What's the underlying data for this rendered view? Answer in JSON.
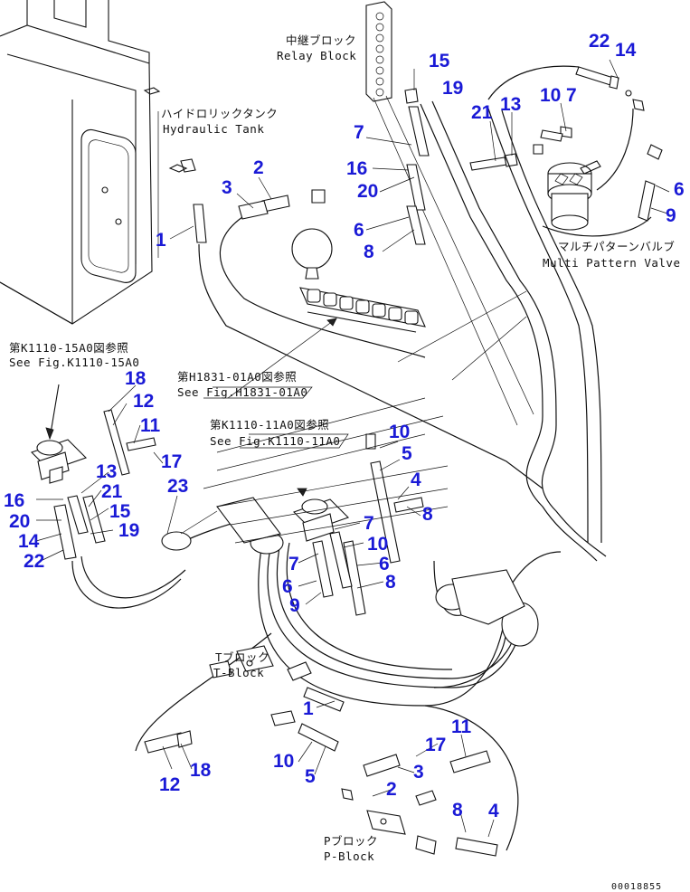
{
  "labels": {
    "relay_block_jp": "中継ブロック",
    "relay_block_en": "Relay Block",
    "hydraulic_tank_jp": "ハイドロリックタンク",
    "hydraulic_tank_en": "Hydraulic Tank",
    "multi_pattern_jp": "マルチパターンバルブ",
    "multi_pattern_en": "Multi Pattern Valve",
    "ref_k1110_15_jp": "第K1110-15A0図参照",
    "ref_k1110_15_en": "See Fig.K1110-15A0",
    "ref_h1831_jp": "第H1831-01A0図参照",
    "ref_h1831_en": "See Fig.H1831-01A0",
    "ref_k1110_11_jp": "第K1110-11A0図参照",
    "ref_k1110_11_en": "See Fig.K1110-11A0",
    "t_block_jp": "Tブロック",
    "t_block_en": "T-Block",
    "p_block_jp": "Pブロック",
    "p_block_en": "P-Block",
    "doc_id": "00018855"
  },
  "callouts": [
    "22",
    "14",
    "15",
    "19",
    "10",
    "7",
    "21",
    "13",
    "7",
    "16",
    "20",
    "6",
    "8",
    "2",
    "3",
    "1",
    "6",
    "9",
    "18",
    "12",
    "11",
    "17",
    "13",
    "21",
    "16",
    "20",
    "15",
    "19",
    "14",
    "22",
    "23",
    "10",
    "5",
    "4",
    "8",
    "7",
    "10",
    "7",
    "6",
    "6",
    "9",
    "8",
    "1",
    "10",
    "5",
    "12",
    "18",
    "17",
    "11",
    "3",
    "2",
    "8",
    "4"
  ]
}
